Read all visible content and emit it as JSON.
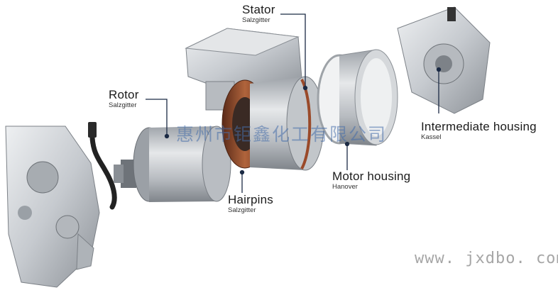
{
  "labels": {
    "stator": {
      "name": "Stator",
      "location": "Salzgitter"
    },
    "rotor": {
      "name": "Rotor",
      "location": "Salzgitter"
    },
    "hairpins": {
      "name": "Hairpins",
      "location": "Salzgitter"
    },
    "motor_housing": {
      "name": "Motor housing",
      "location": "Hanover"
    },
    "intermediate_housing": {
      "name": "Intermediate housing",
      "location": "Kassel"
    }
  },
  "watermarks": {
    "chinese": "惠州市钜鑫化工有限公司",
    "url": "www. jxdbo. com"
  },
  "colors": {
    "aluminium": "#c9ccd0",
    "copper": "#9a4a2a",
    "leader_line": "#1b2a44"
  }
}
